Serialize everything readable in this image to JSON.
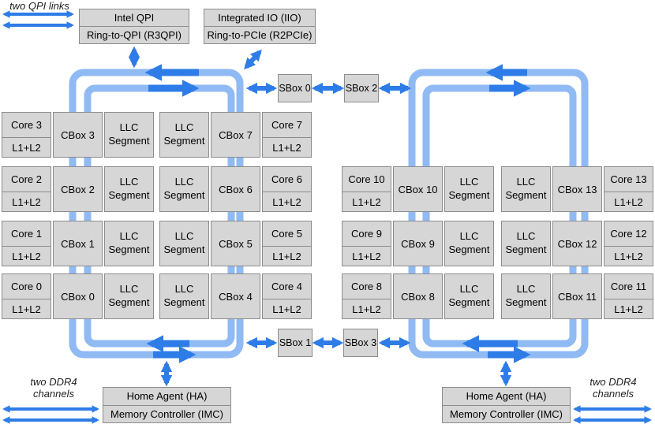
{
  "colors": {
    "ring": "#90baf4",
    "arrow": "#2e7ce8",
    "box_fill": "#d6d6d6",
    "box_border": "#8c8c8c"
  },
  "annotations": {
    "qpi_links": "two QPI links",
    "ddr4_line1": "two DDR4",
    "ddr4_line2": "channels"
  },
  "top_boxes": {
    "qpi": {
      "line1": "Intel QPI",
      "line2": "Ring-to-QPI (R3QPI)"
    },
    "iio": {
      "line1": "Integrated IO (IIO)",
      "line2": "Ring-to-PCIe (R2PCIe)"
    }
  },
  "sboxes": {
    "sbox0": "SBox 0",
    "sbox1": "SBox 1",
    "sbox2": "SBox 2",
    "sbox3": "SBox 3"
  },
  "ha_boxes": {
    "left": {
      "line1": "Home Agent (HA)",
      "line2": "Memory Controller (IMC)"
    },
    "right": {
      "line1": "Home Agent (HA)",
      "line2": "Memory Controller (IMC)"
    }
  },
  "labels": {
    "cache": "L1+L2",
    "llc_line1": "LLC",
    "llc_line2": "Segment"
  },
  "left_ring": {
    "rows": [
      {
        "core_left": "Core 3",
        "cbox_left": "CBox 3",
        "cbox_right": "CBox 7",
        "core_right": "Core 7"
      },
      {
        "core_left": "Core 2",
        "cbox_left": "CBox 2",
        "cbox_right": "CBox 6",
        "core_right": "Core 6"
      },
      {
        "core_left": "Core 1",
        "cbox_left": "CBox 1",
        "cbox_right": "CBox 5",
        "core_right": "Core 5"
      },
      {
        "core_left": "Core 0",
        "cbox_left": "CBox 0",
        "cbox_right": "CBox 4",
        "core_right": "Core 4"
      }
    ]
  },
  "right_ring": {
    "rows": [
      {
        "core_left": "Core 10",
        "cbox_left": "CBox 10",
        "cbox_right": "CBox 13",
        "core_right": "Core 13"
      },
      {
        "core_left": "Core 9",
        "cbox_left": "CBox 9",
        "cbox_right": "CBox 12",
        "core_right": "Core 12"
      },
      {
        "core_left": "Core 8",
        "cbox_left": "CBox 8",
        "cbox_right": "CBox 11",
        "core_right": "Core 11"
      }
    ]
  }
}
